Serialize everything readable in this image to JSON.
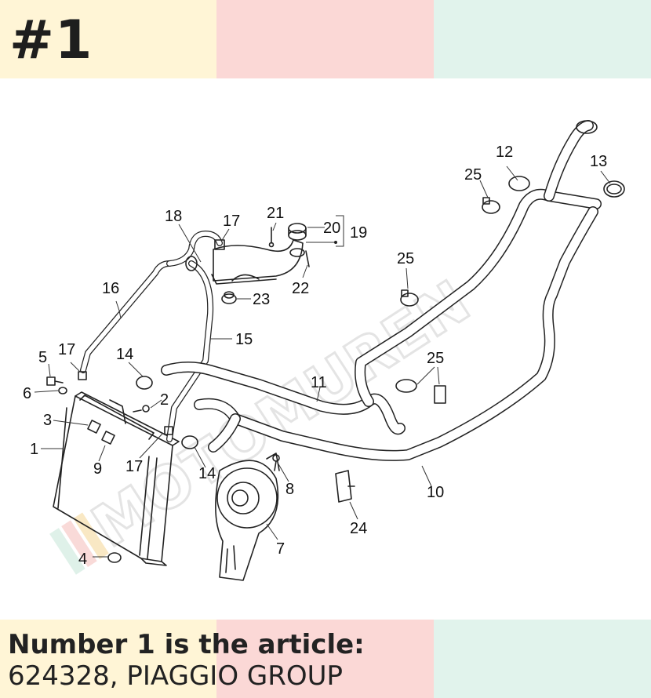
{
  "badge": "#1",
  "caption": {
    "line1": "Number 1 is the article:",
    "line2": "624328, PIAGGIO GROUP"
  },
  "watermark": "MOTOMUREN",
  "colors": {
    "yellow": "#fff5d6",
    "pink": "#fbd8d6",
    "green": "#e1f3ec",
    "ink": "#1e1e1e"
  },
  "callouts": {
    "c1": "1",
    "c2": "2",
    "c3": "3",
    "c4": "4",
    "c5": "5",
    "c6": "6",
    "c7": "7",
    "c8": "8",
    "c9": "9",
    "c10": "10",
    "c11": "11",
    "c12": "12",
    "c13": "13",
    "c14a": "14",
    "c14b": "14",
    "c15": "15",
    "c16": "16",
    "c17a": "17",
    "c17b": "17",
    "c17c": "17",
    "c18": "18",
    "c19": "19",
    "c20": "20",
    "c21": "21",
    "c22": "22",
    "c23": "23",
    "c24": "24",
    "c25a": "25",
    "c25b": "25",
    "c25c": "25"
  }
}
